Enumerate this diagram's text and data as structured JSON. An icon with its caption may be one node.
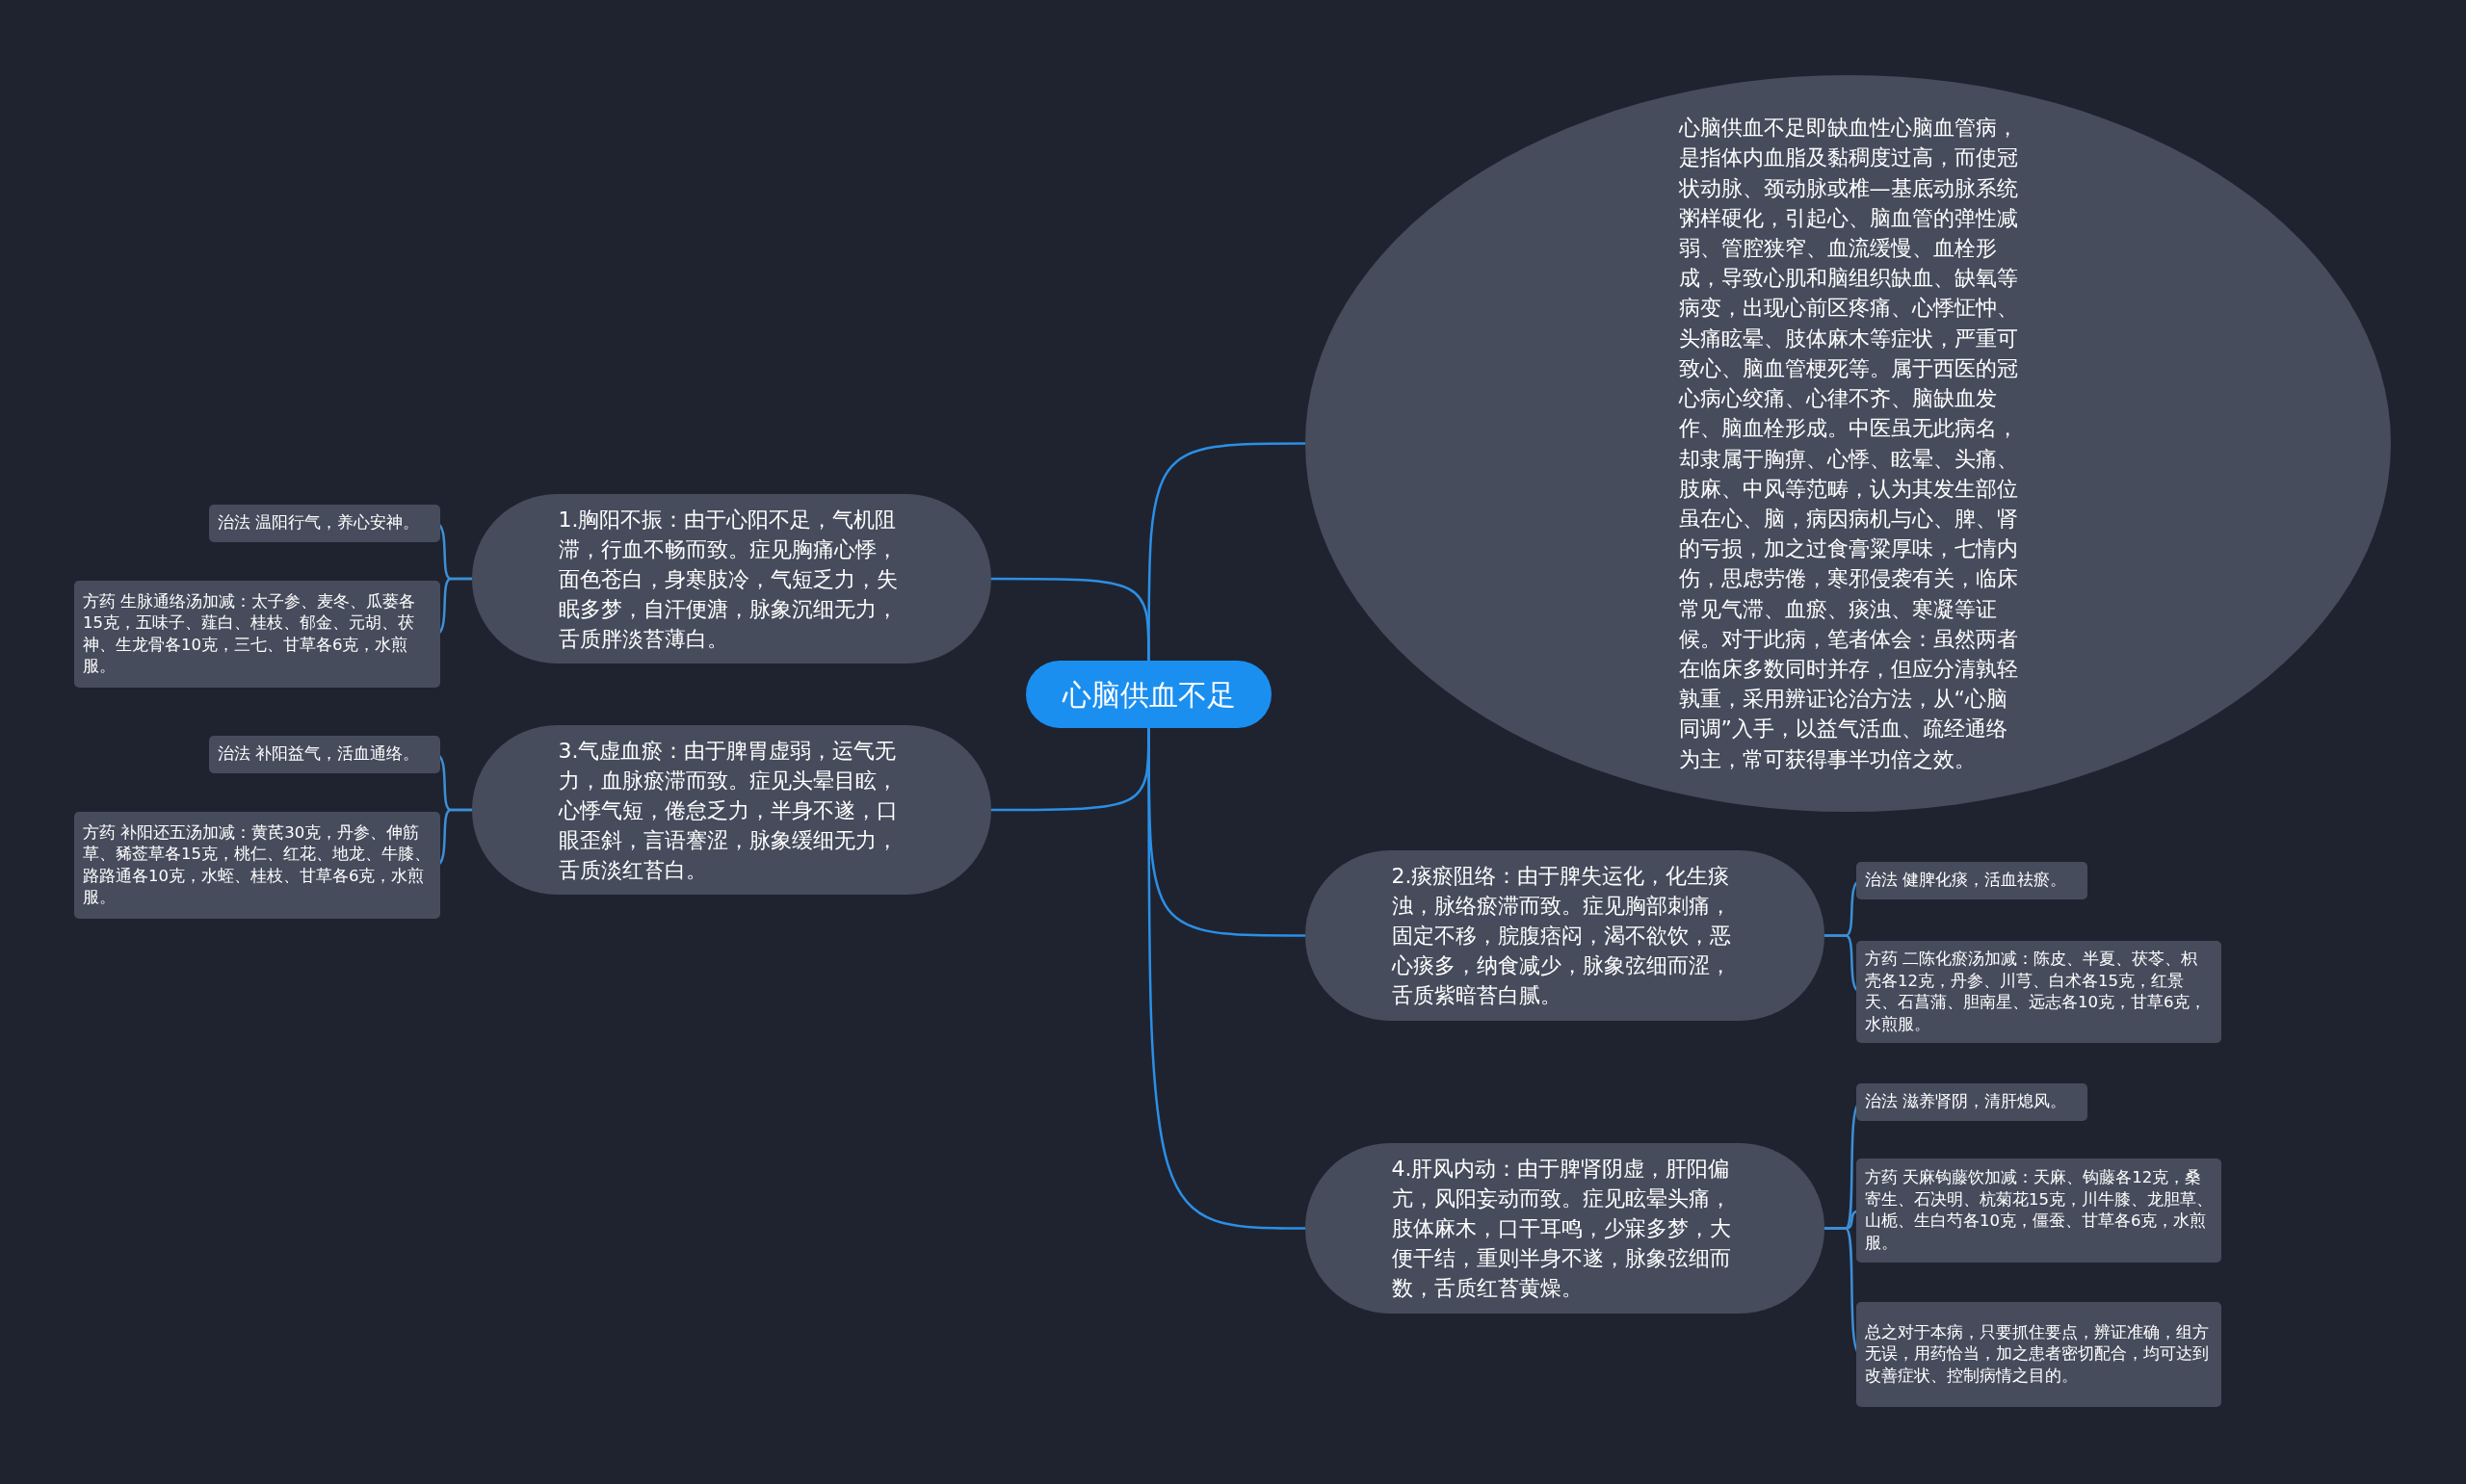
{
  "diagram": {
    "nodes": [
      {
        "text": [
          "心脑供血不足"
        ]
      },
      {
        "text": [
          "心脑供血不足即缺血性心脑血管病，是指体内血脂及黏稠度过高，而使冠状动脉、颈动脉或椎—基底动脉系统粥样硬化，引起心、脑血管的弹性减弱、管腔狭窄、血流缓慢、血栓形成，导致心肌和脑组织缺血、缺氧等病变，出现心前区疼痛、心悸怔忡、头痛眩晕、肢体麻木等症状，严重可致心、脑血管梗死等。属于西医的冠心病心绞痛、心律不齐、脑缺血发作、脑血栓形成。中医虽无此病名，却隶属于胸痹、心悸、眩晕、头痛、肢麻、中风等范畴，认为其发生部位虽在心、脑，病因病机与心、脾、肾的亏损，加之过食膏粱厚味，七情内伤，思虑劳倦，寒邪侵袭有关，临床常见气滞、血瘀、痰浊、寒凝等证候。对于此病，笔者体会：虽然两者在临床多数同时并存，但应分清孰轻孰重，采用辨证论治方法，从“心脑同调”入手，以益气活血、疏经通络为主，常可获得事半功倍之效。"
        ]
      },
      {
        "text": [
          "1.胸阳不振：由于心阳不足，气机阻滞，行血不畅而致。症见胸痛心悸，面色苍白，身寒肢冷，气短乏力，失眠多梦，自汗便溏，脉象沉细无力，舌质胖淡苔薄白。"
        ]
      },
      {
        "text": [
          "治法 温阳行气，养心安神。"
        ]
      },
      {
        "text": [
          "方药 生脉通络汤加减：太子参、麦冬、瓜蒌各15克，五味子、薤白、桂枝、郁金、元胡、茯神、生龙骨各10克，三七、甘草各6克，水煎服。"
        ]
      },
      {
        "text": [
          "3.气虚血瘀：由于脾胃虚弱，运气无力，血脉瘀滞而致。症见头晕目眩，心悸气短，倦怠乏力，半身不遂，口眼歪斜，言语謇涩，脉象缓细无力，舌质淡红苔白。"
        ]
      },
      {
        "text": [
          "治法 补阳益气，活血通络。"
        ]
      },
      {
        "text": [
          "方药 补阳还五汤加减：黄芪30克，丹参、伸筋草、豨莶草各15克，桃仁、红花、地龙、牛膝、路路通各10克，水蛭、桂枝、甘草各6克，水煎服。"
        ]
      },
      {
        "text": [
          "2.痰瘀阻络：由于脾失运化，化生痰浊，脉络瘀滞而致。症见胸部刺痛，固定不移，脘腹痞闷，渴不欲饮，恶心痰多，纳食减少，脉象弦细而涩，舌质紫暗苔白腻。"
        ]
      },
      {
        "text": [
          "治法 健脾化痰，活血祛瘀。"
        ]
      },
      {
        "text": [
          "方药 二陈化瘀汤加减：陈皮、半夏、茯苓、枳壳各12克，丹参、川芎、白术各15克，红景天、石菖蒲、胆南星、远志各10克，甘草6克，水煎服。"
        ]
      },
      {
        "text": [
          "4.肝风内动：由于脾肾阴虚，肝阳偏亢，风阳妄动而致。症见眩晕头痛，肢体麻木，口干耳鸣，少寐多梦，大便干结，重则半身不遂，脉象弦细而数，舌质红苔黄燥。"
        ]
      },
      {
        "text": [
          "治法 滋养肾阴，清肝熄风。"
        ]
      },
      {
        "text": [
          "方药 天麻钩藤饮加减：天麻、钩藤各12克，桑寄生、石决明、杭菊花15克，川牛膝、龙胆草、山栀、生白芍各10克，僵蚕、甘草各6克，水煎服。"
        ]
      },
      {
        "text": [
          "总之对于本病，只要抓住要点，辨证准确，组方无误，用药恰当，加之患者密切配合，均可达到改善症状、控制病情之目的。"
        ]
      }
    ],
    "edges": [
      {
        "from": 0,
        "to": 1,
        "arrow": "none"
      },
      {
        "from": 0,
        "to": 2,
        "arrow": "none"
      },
      {
        "from": 0,
        "to": 5,
        "arrow": "none"
      },
      {
        "from": 0,
        "to": 8,
        "arrow": "none"
      },
      {
        "from": 0,
        "to": 11,
        "arrow": "none"
      },
      {
        "from": 2,
        "to": 3,
        "arrow": "none"
      },
      {
        "from": 2,
        "to": 4,
        "arrow": "none"
      },
      {
        "from": 5,
        "to": 6,
        "arrow": "none"
      },
      {
        "from": 5,
        "to": 7,
        "arrow": "none"
      },
      {
        "from": 8,
        "to": 9,
        "arrow": "none"
      },
      {
        "from": 8,
        "to": 10,
        "arrow": "none"
      },
      {
        "from": 11,
        "to": 12,
        "arrow": "none"
      },
      {
        "from": 11,
        "to": 13,
        "arrow": "none"
      },
      {
        "from": 11,
        "to": 14,
        "arrow": "none"
      }
    ]
  }
}
